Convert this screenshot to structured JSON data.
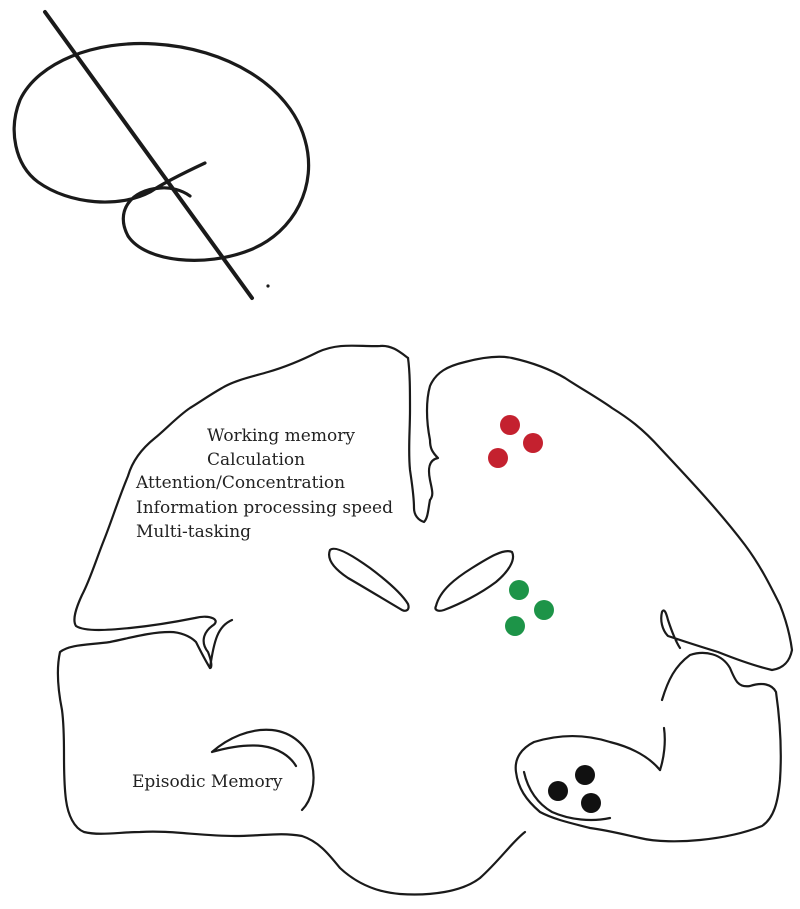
{
  "labels": {
    "working_memory": "Working memory",
    "calculation": "Calculation",
    "attention": "Attention/Concentration",
    "processing_speed": "Information processing speed",
    "multitasking": "Multi-tasking",
    "episodic_memory": "Episodic Memory"
  },
  "colors": {
    "red": "#c4212f",
    "green": "#1d9448",
    "black": "#111111",
    "outline": "#1a1a1a"
  },
  "icons": {
    "orientation": "brain-sagittal-slice-icon"
  }
}
